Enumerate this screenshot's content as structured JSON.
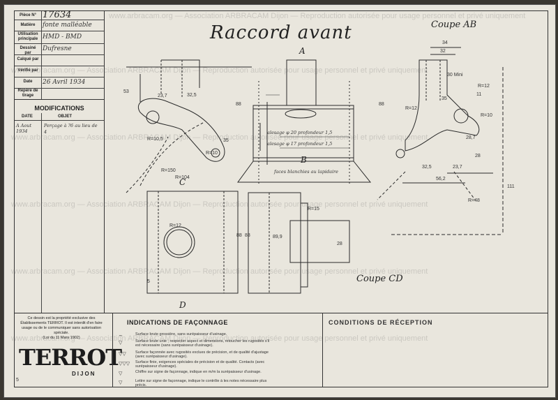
{
  "title_block": {
    "piece_label": "Pièce N°",
    "piece_value": "17634",
    "matiere_label": "Matière",
    "matiere_value": "fonte malléable",
    "utilisation_label": "Utilisation principale",
    "utilisation_value": "HMD - BMD",
    "dessine_label": "Dessiné par",
    "dessine_value": "Dufresne",
    "calque_label": "Calqué par",
    "verifie_label": "Vérifié par",
    "date_label": "Date",
    "date_value": "26 Avril 1934",
    "repere_label": "Repère de tirage"
  },
  "modifications": {
    "title": "MODIFICATIONS",
    "date_header": "DATE",
    "objet_header": "OBJET",
    "entry_date": "A Aout 1934",
    "entry_objet": "Perçage à ?6 au lieu de 4"
  },
  "drawing": {
    "title": "Raccord avant",
    "view_a": "A",
    "view_b": "B",
    "view_c": "C",
    "view_d": "D",
    "coupe_ab": "Coupe AB",
    "coupe_cd": "Coupe CD",
    "note_alesage1": "alesage φ 20 profondeur 1,5",
    "note_alesage2": "alesage φ 17 profondeur 1,5",
    "note_faces": "faces blanchies au lapidaire",
    "dims": [
      "53",
      "23,7",
      "32,5",
      "88",
      "35",
      "R=10,5",
      "R=10",
      "R=150",
      "R=104",
      "88",
      "34",
      "32",
      "30 Mini",
      "11",
      "R=12",
      "35",
      "R=12",
      "R=10",
      "28,7",
      "28",
      "32,5",
      "23,7",
      "56,2",
      "111",
      "R=48",
      "5",
      "R=12",
      "R=15",
      "88",
      "88",
      "89,9",
      "28"
    ]
  },
  "bottom": {
    "legal_text": "Ce dessin est la propriété exclusive des Établissements TERROT. Il est interdit d'en faire usage ou de le communiquer sans autorisation spéciale.",
    "legal_law": "(Loi du 11 Mars 1902)",
    "logo_text": "TERROT",
    "logo_city": "DIJON",
    "indications_title": "INDICATIONS DE FAÇONNAGE",
    "ind_items": [
      "Surface brute grossière, sans surépaisseur d'usinage.",
      "Surface brute unie ; respecter aspect et dimensions, retoucher les rugosités s'il est nécessaire (sans surépaisseur d'usinage).",
      "Surface façonnée avec rugosités exclues de précision, et de qualité d'ajustage (avec surépaisseur d'usinage).",
      "Surface finie, exigences spéciales de précision et de qualité. Contacts (avec surépaisseur d'usinage).",
      "Chiffre sur signe de façonnage, indique en m/m la surépaisseur d'usinage.",
      "Lettre sur signe de façonnage, indique le contrôle à les notes nécessaire plus précis."
    ],
    "conditions_title": "CONDITIONS DE RÉCEPTION",
    "corner_mark": "5"
  },
  "watermark": "www.arbracam.org — Association ARBRACAM Dijon — Reproduction autorisée pour usage personnel et privé uniquement",
  "colors": {
    "paper": "#e9e6dd",
    "ink": "#222222",
    "background": "#3a3731"
  }
}
